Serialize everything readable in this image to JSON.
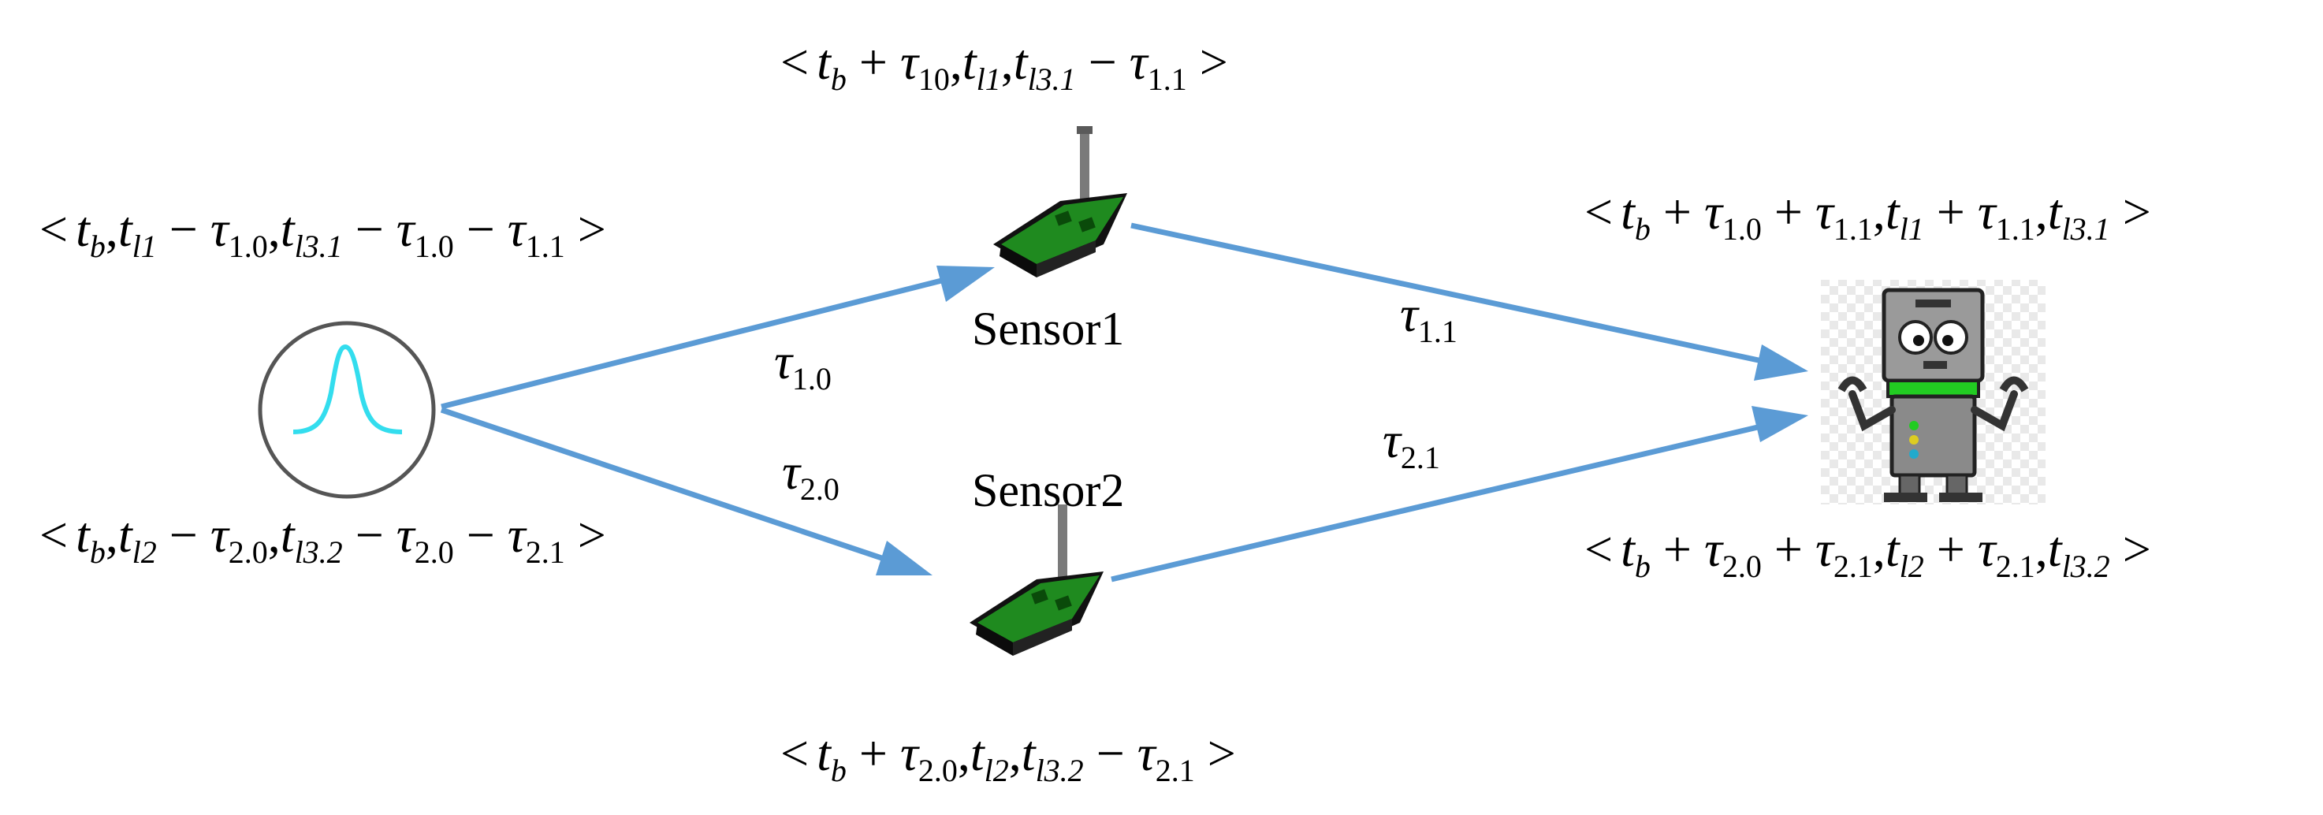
{
  "nodes": {
    "source": {
      "icon": "peak-signal-icon",
      "stroke_color": "#555555",
      "curve_color": "#33ddee"
    },
    "sensor1": {
      "label": "Sensor1",
      "icon": "wireless-sensor-icon",
      "body_color": "#1f8a1f"
    },
    "sensor2": {
      "label": "Sensor2",
      "icon": "wireless-sensor-icon",
      "body_color": "#1f8a1f"
    },
    "sink": {
      "icon": "robot-icon",
      "body_color": "#8a8a8a",
      "accent_color": "#22cc22"
    }
  },
  "edges": {
    "color": "#5b9bd5",
    "source_sensor1": {
      "label": "τ",
      "sub": "1.0"
    },
    "source_sensor2": {
      "label": "τ",
      "sub": "2.0"
    },
    "sensor1_sink": {
      "label": "τ",
      "sub": "1.1"
    },
    "sensor2_sink": {
      "label": "τ",
      "sub": "2.1"
    }
  },
  "tuples": {
    "source_top": {
      "lt": "<",
      "tb_t": "t",
      "tb_s": "b",
      "c1": ",",
      "tl1_t": "t",
      "tl1_s": "l1",
      "m1": " − ",
      "tau1_t": "τ",
      "tau1_s": "1.0",
      "c2": ",",
      "tl31_t": "t",
      "tl31_s": "l3.1",
      "m2": " − ",
      "tau2_t": "τ",
      "tau2_s": "1.0",
      "m3": " − ",
      "tau3_t": "τ",
      "tau3_s": "1.1",
      "gt": " >"
    },
    "source_bottom": {
      "lt": "<",
      "tb_t": "t",
      "tb_s": "b",
      "c1": ",",
      "tl2_t": "t",
      "tl2_s": "l2",
      "m1": " − ",
      "tau1_t": "τ",
      "tau1_s": "2.0",
      "c2": ",",
      "tl32_t": "t",
      "tl32_s": "l3.2",
      "m2": " − ",
      "tau2_t": "τ",
      "tau2_s": "2.0",
      "m3": " − ",
      "tau3_t": "τ",
      "tau3_s": "2.1",
      "gt": " >"
    },
    "sensor1": {
      "lt": "<",
      "tb_t": "t",
      "tb_s": "b",
      "p1": " + ",
      "tau1_t": "τ",
      "tau1_s": "10",
      "c1": ",",
      "tl1_t": "t",
      "tl1_s": "l1",
      "c2": ",",
      "tl31_t": "t",
      "tl31_s": "l3.1",
      "m1": " − ",
      "tau2_t": "τ",
      "tau2_s": "1.1",
      "gt": " >"
    },
    "sensor2": {
      "lt": "<",
      "tb_t": "t",
      "tb_s": "b",
      "p1": " + ",
      "tau1_t": "τ",
      "tau1_s": "2.0",
      "c1": ",",
      "tl2_t": "t",
      "tl2_s": "l2",
      "c2": ",",
      "tl32_t": "t",
      "tl32_s": "l3.2",
      "m1": " − ",
      "tau2_t": "τ",
      "tau2_s": "2.1",
      "gt": " >"
    },
    "sink_top": {
      "lt": "<",
      "tb_t": "t",
      "tb_s": "b",
      "p1": " + ",
      "tau1_t": "τ",
      "tau1_s": "1.0",
      "p2": " + ",
      "tau2_t": "τ",
      "tau2_s": "1.1",
      "c1": ",",
      "tl1_t": "t",
      "tl1_s": "l1",
      "p3": " + ",
      "tau3_t": "τ",
      "tau3_s": "1.1",
      "c2": ",",
      "tl31_t": "t",
      "tl31_s": "l3.1",
      "gt": " >"
    },
    "sink_bottom": {
      "lt": "<",
      "tb_t": "t",
      "tb_s": "b",
      "p1": " + ",
      "tau1_t": "τ",
      "tau1_s": "2.0",
      "p2": " + ",
      "tau2_t": "τ",
      "tau2_s": "2.1",
      "c1": ",",
      "tl2_t": "t",
      "tl2_s": "l2",
      "p3": " + ",
      "tau3_t": "τ",
      "tau3_s": "2.1",
      "c2": ",",
      "tl32_t": "t",
      "tl32_s": "l3.2",
      "gt": " >"
    }
  }
}
